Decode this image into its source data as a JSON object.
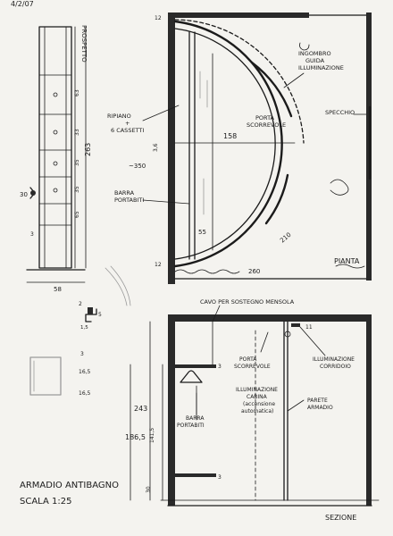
{
  "header": {
    "date": "4/2/07"
  },
  "sheet": {
    "title": "ARMADIO ANTIBAGNO",
    "scale": "SCALA 1:25"
  },
  "prospetto": {
    "label": "PROSPETTO",
    "dims": [
      "63",
      "33",
      "35",
      "35",
      "65",
      "263"
    ],
    "side_mark": "30",
    "bottom_mark": "3",
    "width_mark": "58"
  },
  "pianta": {
    "label": "PIANTA",
    "labels": {
      "ripiano": "RIPIANO\n+\n6 CASSETTI",
      "barra": "BARRA\nPORTABITI",
      "ingombro": "INGOMBRO\nGUIDA\nILLUMINAZIONE",
      "porta": "PORTA\nSCORREVOLE",
      "specchio": "SPECCHIO"
    },
    "dims": {
      "top": "12",
      "depth": "3,6",
      "approx": "~350",
      "radius": "158",
      "bar": "55",
      "arc": "210",
      "bottom": "12",
      "width": "260"
    }
  },
  "detail": {
    "dims": [
      "2",
      "5",
      "1,5"
    ]
  },
  "sezione": {
    "label": "SEZIONE",
    "labels": {
      "cavo": "CAVO PER SOSTEGNO MENSOLA",
      "porta": "PORTA\nSCORREVOLE",
      "ill_cabina": "ILLUMINAZIONE\nCABINA\n(accensione\nautomatica)",
      "ill_corridoio": "ILLUMINAZIONE\nCORRIDOIO",
      "parete": "PARETE\nARMADIO",
      "barra": "BARRA\nPORTABITI"
    },
    "dims": {
      "upper": "243",
      "lower": "186,5",
      "mid": "141,5",
      "top3": "3",
      "bot3": "3",
      "dim11": "11",
      "bottom": "30"
    }
  },
  "side_detail": {
    "dims": [
      "3",
      "16,5",
      "16,5"
    ]
  }
}
